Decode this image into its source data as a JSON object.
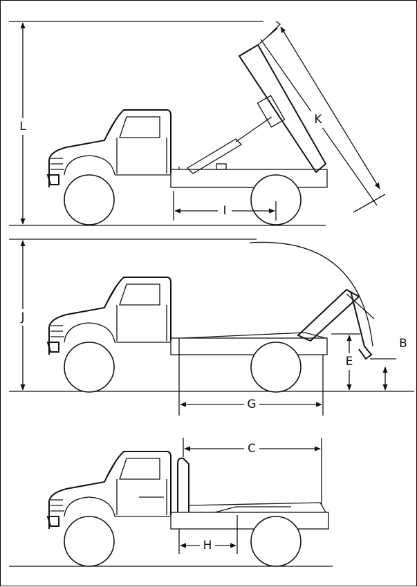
{
  "labels": {
    "L": "L",
    "K": "K",
    "I": "I",
    "J": "J",
    "B": "B",
    "E": "E",
    "G": "G",
    "C": "C",
    "H": "H"
  }
}
